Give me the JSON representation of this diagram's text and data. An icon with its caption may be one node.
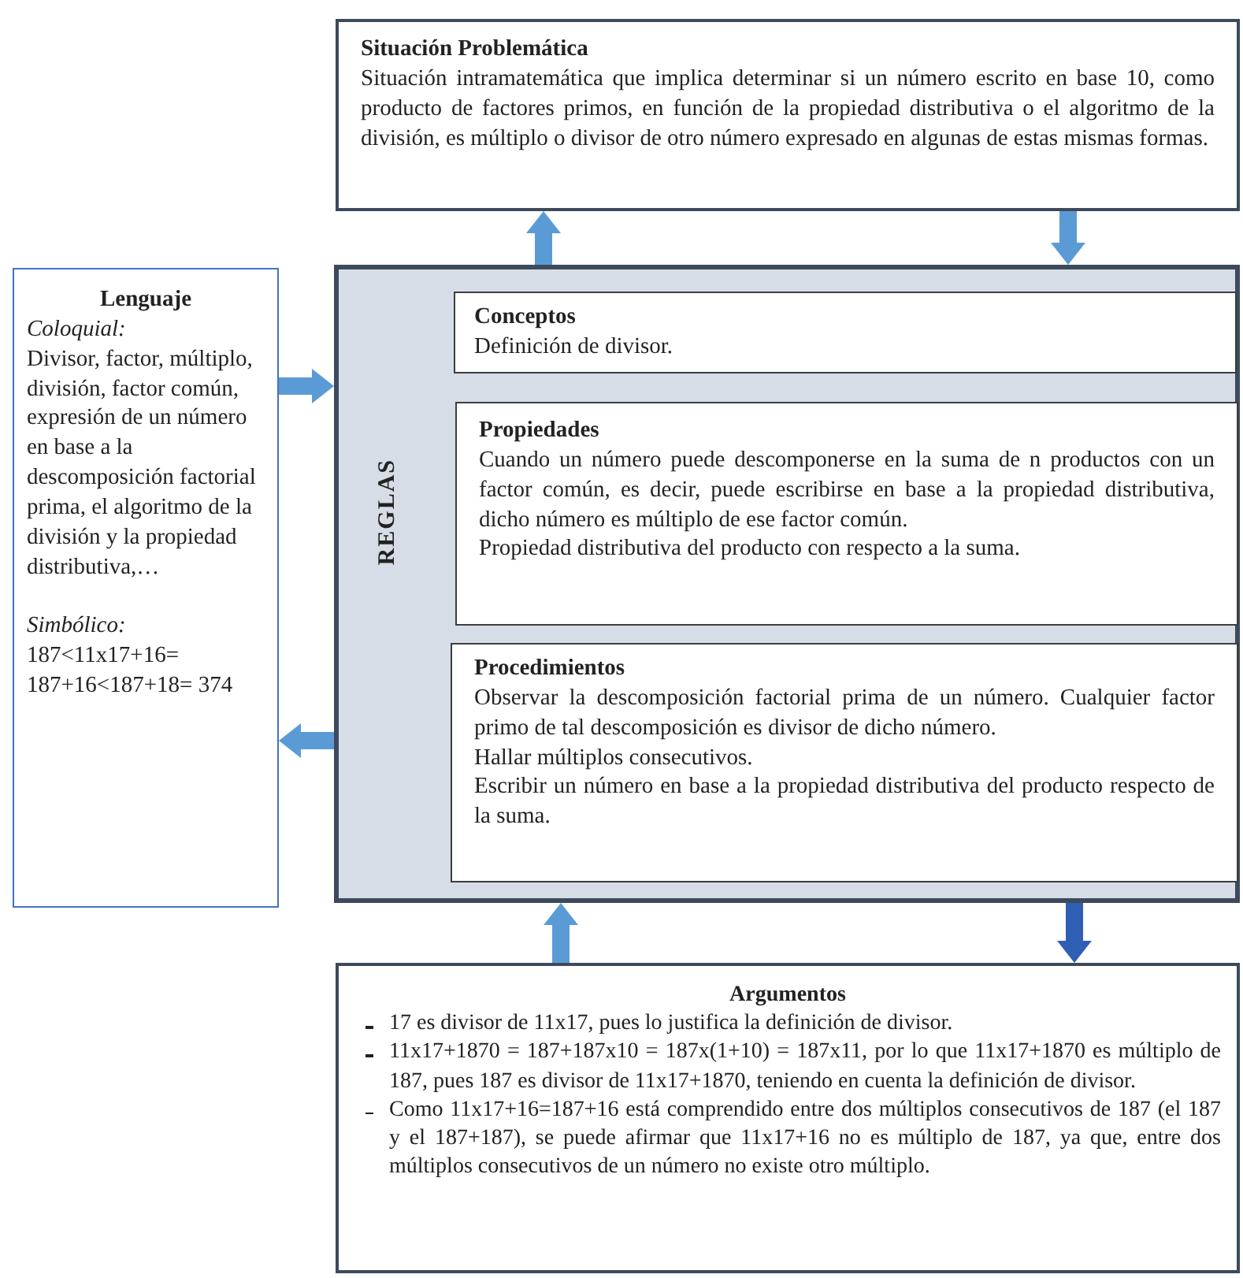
{
  "diagram": {
    "nodes": [
      {
        "text": [
          "Situación Problemática",
          "Situación intramatemática que implica determinar si un número escrito en base 10, como producto de factores primos, en función de la propiedad distributiva o el algoritmo de la división, es múltiplo o divisor de otro número expresado en algunas de estas mismas formas."
        ]
      },
      {
        "text": [
          "Lenguaje",
          "Coloquial:",
          "Divisor, factor, múltiplo, división, factor común, expresión de un número en base a la descomposición factorial prima, el algoritmo de la división y la propiedad distributiva,…",
          "Simbólico:",
          "187<11x17+16= 187+16<187+18= 374"
        ]
      },
      {
        "text": [
          "REGLAS"
        ]
      },
      {
        "text": [
          "Conceptos",
          "Definición de divisor."
        ],
        "in": 2
      },
      {
        "text": [
          "Propiedades",
          "Cuando un número puede descomponerse en la suma de n productos con un factor común, es decir, puede escribirse en base a la propiedad distributiva, dicho número es múltiplo de ese factor común.",
          "Propiedad distributiva del producto con respecto a la suma."
        ],
        "in": 2
      },
      {
        "text": [
          "Procedimientos",
          "Observar la descomposición factorial prima de un número. Cualquier factor primo de tal descomposición es divisor de dicho número.",
          "Hallar múltiplos consecutivos.",
          "Escribir un número en base a la propiedad distributiva del producto respecto de la suma."
        ],
        "in": 2
      },
      {
        "text": [
          "Argumentos",
          "17 es divisor de 11x17, pues lo justifica la definición de divisor.",
          "11x17+1870 = 187+187x10 = 187x(1+10) = 187x11, por lo que 11x17+1870 es múltiplo de 187, pues 187 es divisor de 11x17+1870, teniendo en cuenta la definición de divisor.",
          "Como 11x17+16=187+16 está comprendido entre dos múltiplos consecutivos de 187 (el 187 y el 187+187), se puede afirmar que 11x17+16 no es múltiplo de 187, ya que, entre dos múltiplos consecutivos de un número no existe otro múltiplo."
        ]
      }
    ],
    "edges": [
      {
        "from": 2,
        "to": 0,
        "arrow": "to"
      },
      {
        "from": 0,
        "to": 2,
        "arrow": "to"
      },
      {
        "from": 1,
        "to": 2,
        "arrow": "to"
      },
      {
        "from": 2,
        "to": 1,
        "arrow": "to"
      },
      {
        "from": 6,
        "to": 2,
        "arrow": "to"
      },
      {
        "from": 2,
        "to": 6,
        "arrow": "to",
        "color": "#2f5fb5"
      }
    ]
  }
}
